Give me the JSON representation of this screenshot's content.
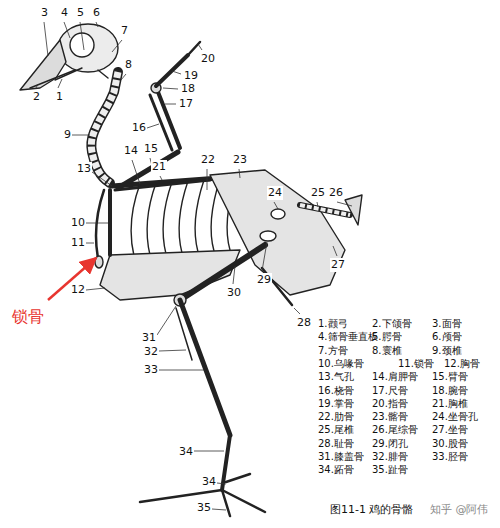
{
  "diagram": {
    "caption": "图11-1 鸡的骨骼",
    "labels": [
      "3",
      "4",
      "5",
      "6",
      "7",
      "8",
      "20",
      "19",
      "18",
      "17",
      "2",
      "1",
      "16",
      "9",
      "15",
      "14",
      "21",
      "13",
      "22",
      "23",
      "24",
      "25",
      "26",
      "10",
      "11",
      "27",
      "29",
      "12",
      "30",
      "28",
      "31",
      "32",
      "33",
      "34",
      "34",
      "35",
      "锁骨",
      "1.颧弓",
      "2.下颌骨",
      "3.面骨",
      "4.筛骨垂直板",
      "5.腭骨",
      "6.颅骨",
      "7.方骨",
      "8.寰椎",
      "9.颈椎",
      "10.乌喙骨",
      "11.锁骨",
      "12.胸骨",
      "13.气孔",
      "14.肩胛骨",
      "15.臂骨",
      "16.桡骨",
      "17.尺骨",
      "18.腕骨",
      "19.掌骨",
      "20.指骨",
      "21.胸椎",
      "22.肋骨",
      "23.髂骨",
      "24.坐骨孔",
      "25.尾椎",
      "26.尾综骨",
      "27.坐骨",
      "28.耻骨",
      "29.闭孔",
      "30.股骨",
      "31.膝盖骨",
      "32.腓骨",
      "33.胫骨",
      "34.跖骨",
      "35.趾骨",
      "知乎 @阿伟"
    ]
  }
}
